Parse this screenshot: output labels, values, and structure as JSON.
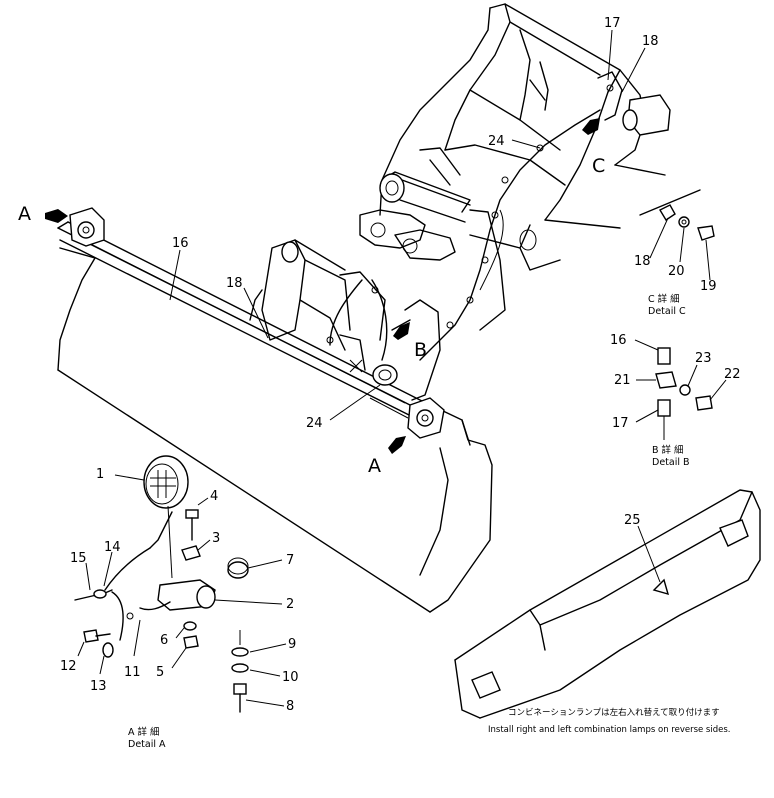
{
  "parts": {
    "p1": "1",
    "p2": "2",
    "p3": "3",
    "p4": "4",
    "p5": "5",
    "p6": "6",
    "p7": "7",
    "p8": "8",
    "p9": "9",
    "p10": "10",
    "p11": "11",
    "p12": "12",
    "p13": "13",
    "p14": "14",
    "p15": "15",
    "p16_blade": "16",
    "p16_detail": "16",
    "p17_top": "17",
    "p17_detail": "17",
    "p18_top": "18",
    "p18_blade": "18",
    "p18_detail": "18",
    "p19": "19",
    "p20": "20",
    "p21": "21",
    "p22": "22",
    "p23": "23",
    "p24_upper": "24",
    "p24_lower": "24",
    "p25": "25"
  },
  "view_markers": {
    "a_left": "A",
    "a_bottom": "A",
    "b": "B",
    "c": "C"
  },
  "details": {
    "c_jp": "C 詳 細",
    "c_en": "Detail C",
    "b_jp": "B 詳 細",
    "b_en": "Detail B",
    "a_jp": "A 詳 細",
    "a_en": "Detail A"
  },
  "notes": {
    "jp": "コンビネーションランプは左右入れ替えて取り付けます",
    "en": "Install right and left combination lamps on reverse sides."
  }
}
